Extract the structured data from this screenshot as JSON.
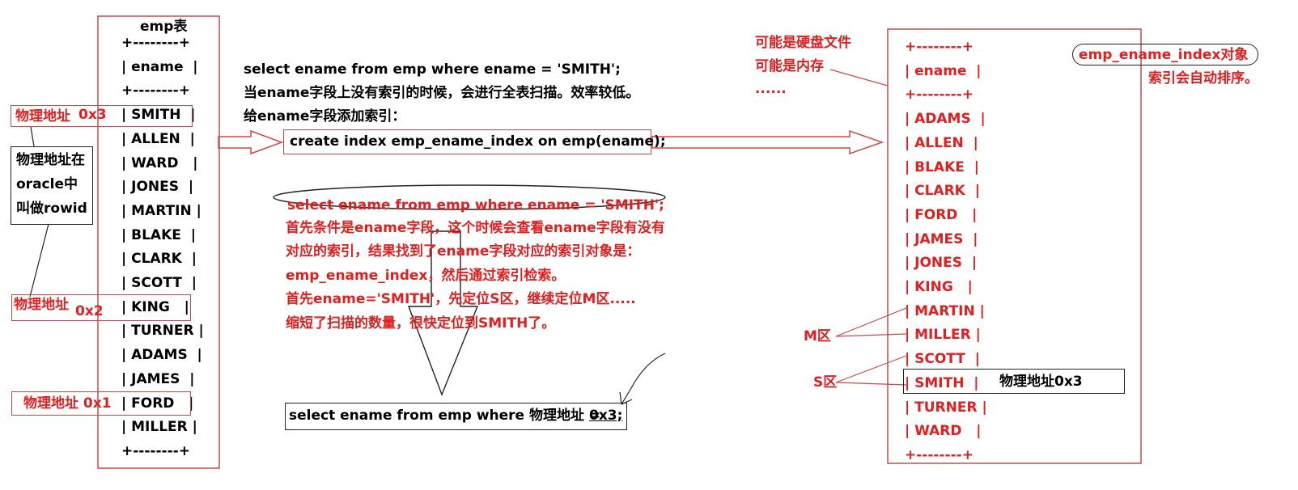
{
  "left_table": {
    "title": "emp表",
    "rows": [
      "+--------+",
      "| ename  |",
      "+--------+",
      "| SMITH  |",
      "| ALLEN  |",
      "| WARD   |",
      "| JONES  |",
      "| MARTIN |",
      "| BLAKE  |",
      "| CLARK  |",
      "| SCOTT  |",
      "| KING   |",
      "| TURNER |",
      "| ADAMS  |",
      "| JAMES  |",
      "| FORD   |",
      "| MILLER |",
      "+--------+"
    ]
  },
  "left_labels": {
    "addr_smith": "物理地址",
    "addr_smith_hex": "0x3",
    "addr_king": "物理地址",
    "addr_king_hex": "0x2",
    "addr_ford": "物理地址 0x1",
    "rowid_note": [
      "物理地址在",
      "oracle中",
      "叫做rowid"
    ]
  },
  "middle_text": {
    "query_line": "select ename from emp where ename = 'SMITH';",
    "no_index_line": "当ename字段上没有索引的时候，会进行全表扫描。效率较低。",
    "add_index_line": "给ename字段添加索引：",
    "create_index": "create index emp_ename_index on emp(ename);"
  },
  "explanation": {
    "query_oval": "select ename from emp where ename = 'SMITH';",
    "lines": [
      "首先条件是ename字段，这个时候会查看ename字段有没有",
      "对应的索引，结果找到了ename字段对应的索引对象是：",
      "emp_ename_index，然后通过索引检索。",
      "首先ename='SMITH'，先定位S区，继续定位M区.....",
      "缩短了扫描的数量，很快定位到SMITH了。"
    ]
  },
  "final_query": {
    "prefix": "select ename from emp where 物理地址 = ",
    "addr": "0x3;"
  },
  "storage_note": {
    "lines": [
      "可能是硬盘文件",
      "可能是内存",
      "......"
    ]
  },
  "index_object": {
    "name": "emp_ename_index对象",
    "note": "索引会自动排序。"
  },
  "right_table": {
    "rows": [
      "+--------+",
      "| ename  |",
      "+--------+",
      "| ADAMS  |",
      "| ALLEN  |",
      "| BLAKE  |",
      "| CLARK  |",
      "| FORD   |",
      "| JAMES  |",
      "| JONES  |",
      "| KING   |",
      "| MARTIN |",
      "| MILLER |",
      "| SCOTT  |",
      "| SMITH  |",
      "| TURNER |",
      "| WARD   |",
      "+--------+"
    ],
    "smith_addr": "物理地址0x3",
    "m_zone": "M区",
    "s_zone": "S区"
  },
  "colors": {
    "red_text": "#e02020",
    "red_border": "#d04848",
    "black": "#000000"
  }
}
